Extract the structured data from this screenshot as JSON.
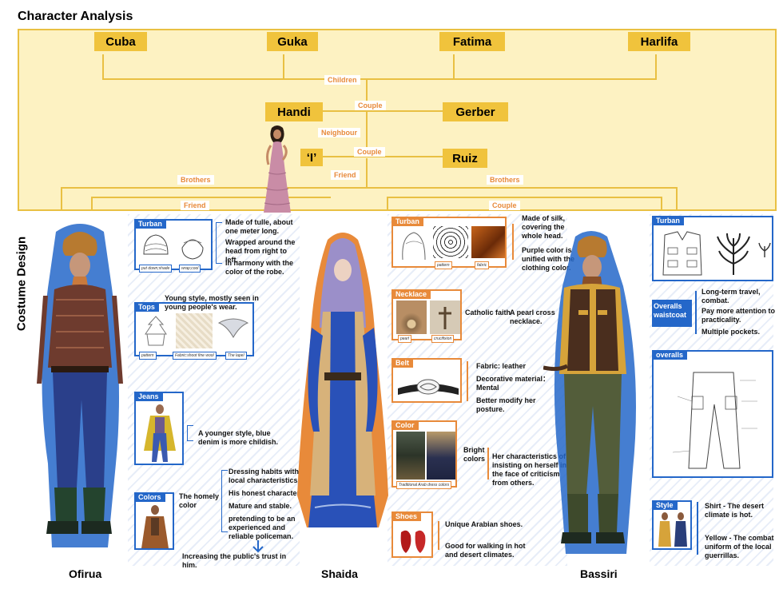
{
  "title": "Character Analysis",
  "side_title": "Costume Design",
  "tree": {
    "nodes": {
      "cuba": "Cuba",
      "guka": "Guka",
      "fatima": "Fatima",
      "harlifa": "Harlifa",
      "handi": "Handi",
      "gerber": "Gerber",
      "i": "‘I’",
      "ruiz": "Ruiz"
    },
    "relations": {
      "children": "Children",
      "couple1": "Couple",
      "neighbour": "Neighbour",
      "couple2": "Couple",
      "friend1": "Friend",
      "brothers_left": "Brothers",
      "brothers_right": "Brothers",
      "friend2": "Friend",
      "couple3": "Couple"
    }
  },
  "characters": {
    "ofirua": "Ofirua",
    "shaida": "Shaida",
    "bassiri": "Bassiri"
  },
  "ofirua": {
    "turban": {
      "tag": "Turban",
      "cap1": "put down;shade",
      "cap2": "wrap;cool",
      "notes": [
        "Made of tulle, about one meter long.",
        "Wrapped around the head from right to left.",
        "In harmony with the color of the robe."
      ]
    },
    "tops": {
      "tag": "Tops",
      "note": "Young style, mostly seen in young people's wear.",
      "cap1": "pattern",
      "cap2": "Fabric:shoot fine wool",
      "cap3": "The lapel"
    },
    "jeans": {
      "tag": "Jeans",
      "note": "A younger style, blue denim is more childish."
    },
    "colors": {
      "tag": "Colors",
      "label": "The homely color",
      "notes": [
        "Dressing habits with local characteristics.",
        "His honest character.",
        "Mature and stable.",
        "pretending to be an experienced and reliable policeman."
      ],
      "footer": "Increasing the public's trust in him."
    }
  },
  "shaida": {
    "turban": {
      "tag": "Turban",
      "cap1": "pattern",
      "cap2": "fabric",
      "notes": [
        "Made of silk, covering the whole head.",
        "Purple color is unified with the clothing color."
      ]
    },
    "necklace": {
      "tag": "Necklace",
      "cap1": "pearl",
      "cap2": "crucifixion",
      "label": "Catholic faith",
      "note": "A pearl cross necklace."
    },
    "belt": {
      "tag": "Belt",
      "notes": [
        "Fabric: leather",
        "Decorative material：Mental",
        "Better modify her posture."
      ]
    },
    "color": {
      "tag": "Color",
      "cap": "Traditional Arab dress colors",
      "label": "Bright colors",
      "note": "Her characteristics of insisting on herself in the face of criticism from others."
    },
    "shoes": {
      "tag": "Shoes",
      "notes": [
        "Unique Arabian shoes.",
        "Good for walking in hot and desert climates."
      ]
    }
  },
  "bassiri": {
    "turban": {
      "tag": "Turban"
    },
    "overalls_waistcoat": {
      "label": "Overalls waistcoat",
      "notes": [
        "Long-term travel, combat.",
        "Pay more attention to practicality.",
        "Multiple pockets."
      ]
    },
    "overalls": {
      "tag": "overalls"
    },
    "style": {
      "tag": "Style",
      "notes": [
        "Shirt - The desert climate is hot.",
        "Yellow - The combat uniform of the local guerrillas."
      ]
    }
  },
  "colors": {
    "tree_bg": "#fdf2c2",
    "node": "#f0c33c",
    "relation_text": "#e88a3a",
    "blue": "#2467c9",
    "orange": "#e88a3a"
  }
}
